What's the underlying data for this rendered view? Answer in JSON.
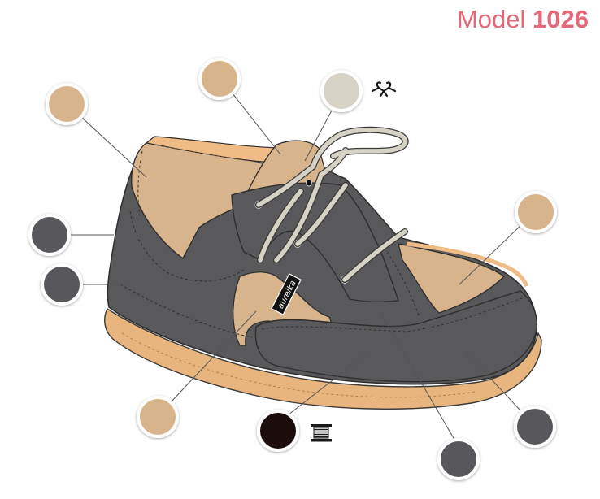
{
  "header": {
    "title_prefix": "Model",
    "title_number": "1026"
  },
  "logo": {
    "text": "aurelka"
  },
  "colors": {
    "title": "#e4677a",
    "leather_tan": "#d8b48c",
    "leather_gray": "#59595b",
    "lace": "#d6d2c6",
    "thread": "#1a0808",
    "sole": "#e9b57e"
  },
  "swatches": [
    {
      "name": "upper-tan-collar",
      "color": "#d8b48c"
    },
    {
      "name": "upper-tan-tongue",
      "color": "#d8b48c"
    },
    {
      "name": "lace",
      "color": "#d6d2c6",
      "icon": "shoelace-icon"
    },
    {
      "name": "heel-gray-upper",
      "color": "#59595b"
    },
    {
      "name": "heel-gray-lower",
      "color": "#59595b"
    },
    {
      "name": "toe-tan-panel",
      "color": "#d8b48c"
    },
    {
      "name": "side-tan-panel",
      "color": "#d8b48c"
    },
    {
      "name": "stitching-thread",
      "color": "#1a0808",
      "icon": "thread-spool-icon"
    },
    {
      "name": "vamp-gray",
      "color": "#59595b"
    },
    {
      "name": "toe-cap-gray",
      "color": "#59595b"
    }
  ]
}
